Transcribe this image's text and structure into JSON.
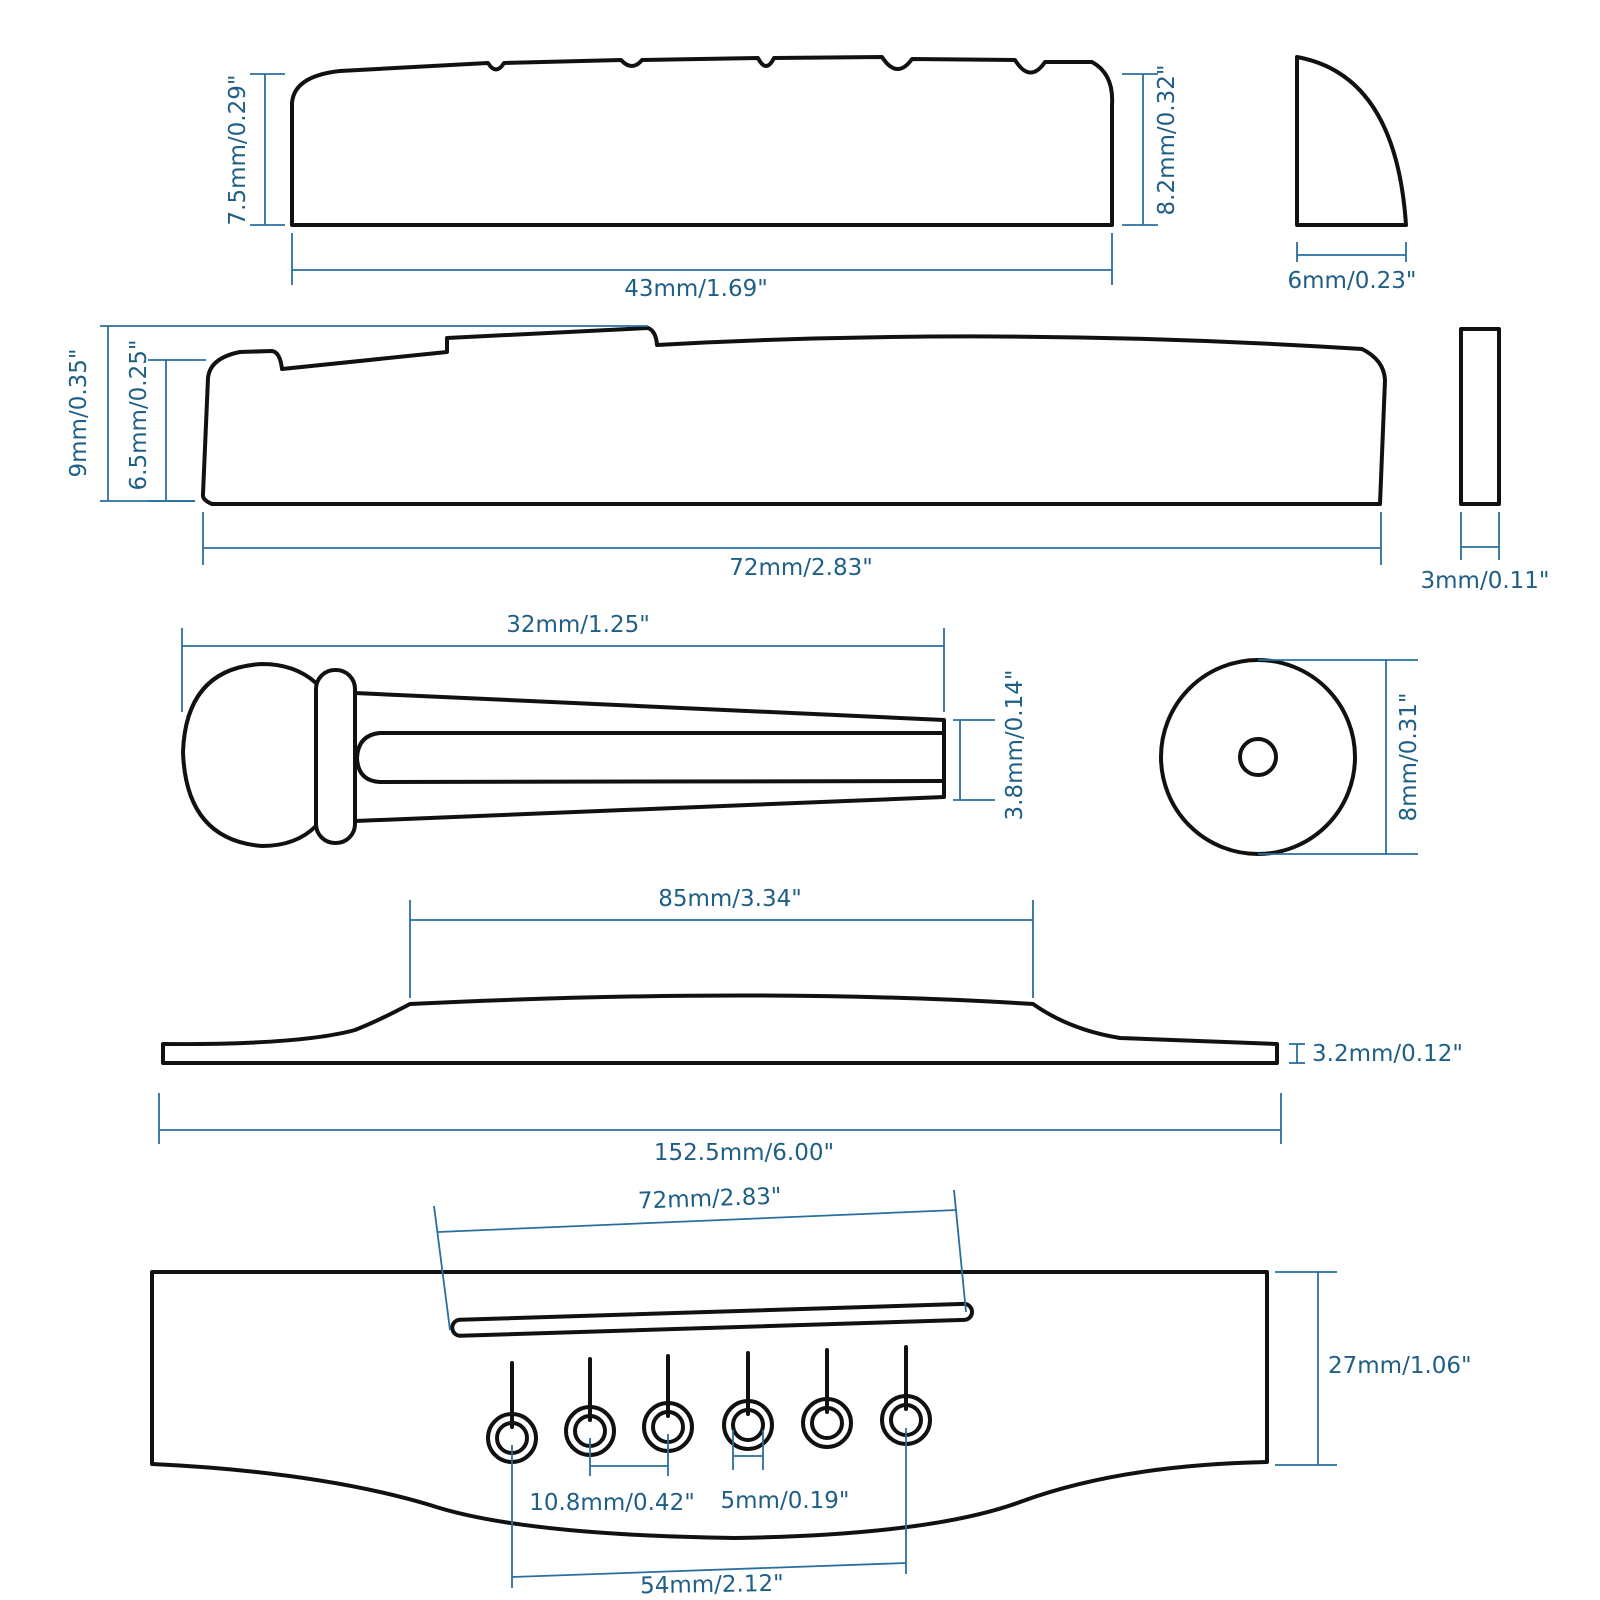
{
  "colors": {
    "outline": "#111111",
    "dimension": "#2a6f9e",
    "dimension_text": "#1f5f86",
    "background": "#ffffff"
  },
  "nut_top": {
    "width_label": "43mm/1.69\"",
    "left_height_label": "7.5mm/0.29\"",
    "right_height_label": "8.2mm/0.32\"",
    "side_width_label": "6mm/0.23\""
  },
  "saddle": {
    "width_label": "72mm/2.83\"",
    "total_height_label": "9mm/0.35\"",
    "end_height_label": "6.5mm/0.25\"",
    "thickness_label": "3mm/0.11\""
  },
  "bridge_pin": {
    "length_label": "32mm/1.25\"",
    "tip_label": "3.8mm/0.14\"",
    "head_diameter_label": "8mm/0.31\""
  },
  "bridge_side": {
    "top_width_label": "85mm/3.34\"",
    "edge_thickness_label": "3.2mm/0.12\"",
    "total_length_label": "152.5mm/6.00\""
  },
  "bridge_top": {
    "slot_length_label": "72mm/2.83\"",
    "height_label": "27mm/1.06\"",
    "pin_spacing_label": "10.8mm/0.42\"",
    "pin_hole_label": "5mm/0.19\"",
    "outer_pins_label": "54mm/2.12\""
  }
}
